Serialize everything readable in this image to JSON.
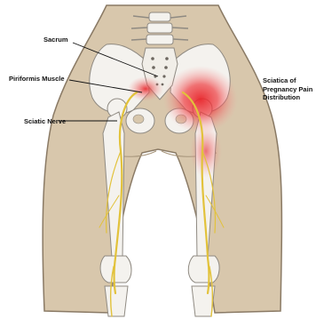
{
  "labels": {
    "sacrum": "Sacrum",
    "piriformis": "Piriformis Muscle",
    "sciatic_nerve": "Sciatic Nerve",
    "pregnancy_pain": "Sciatica of Pregnancy Pain Distribution"
  },
  "colors": {
    "skin": "#d8c7ac",
    "skin_outline": "#8a7a65",
    "bone": "#f4f2ee",
    "bone_outline": "#8f8a82",
    "nerve": "#e2c23b",
    "pain": "#e8262b"
  }
}
